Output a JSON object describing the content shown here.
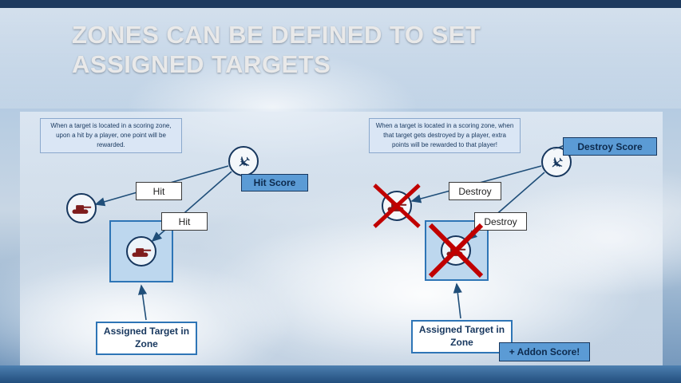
{
  "slide": {
    "title_line1": "ZONES CAN BE DEFINED TO SET",
    "title_line2": "ASSIGNED TARGETS"
  },
  "left": {
    "info": "When a target is located in a scoring zone, upon a hit by a player, one point will be rewarded.",
    "score_label": "Hit Score",
    "hit_label_1": "Hit",
    "hit_label_2": "Hit",
    "assigned_label": "Assigned Target in Zone"
  },
  "right": {
    "info": "When a target is located in a scoring zone, when that target gets destroyed by a player, extra points will be rewarded to that player!",
    "score_label": "Destroy Score",
    "destroy_label_1": "Destroy",
    "destroy_label_2": "Destroy",
    "assigned_label": "Assigned Target in Zone",
    "addon_label": "+ Addon Score!"
  },
  "icons": {
    "plane": "✈"
  },
  "colors": {
    "accent_blue": "#2e75b6",
    "dark_navy": "#17375e",
    "score_fill": "#5b9bd5",
    "zone_fill": "#bdd7ee",
    "info_fill": "#dae6f5",
    "tank_red": "#7f1d1d",
    "x_red": "#c00000",
    "strip_navy": "#1d3a5f"
  }
}
